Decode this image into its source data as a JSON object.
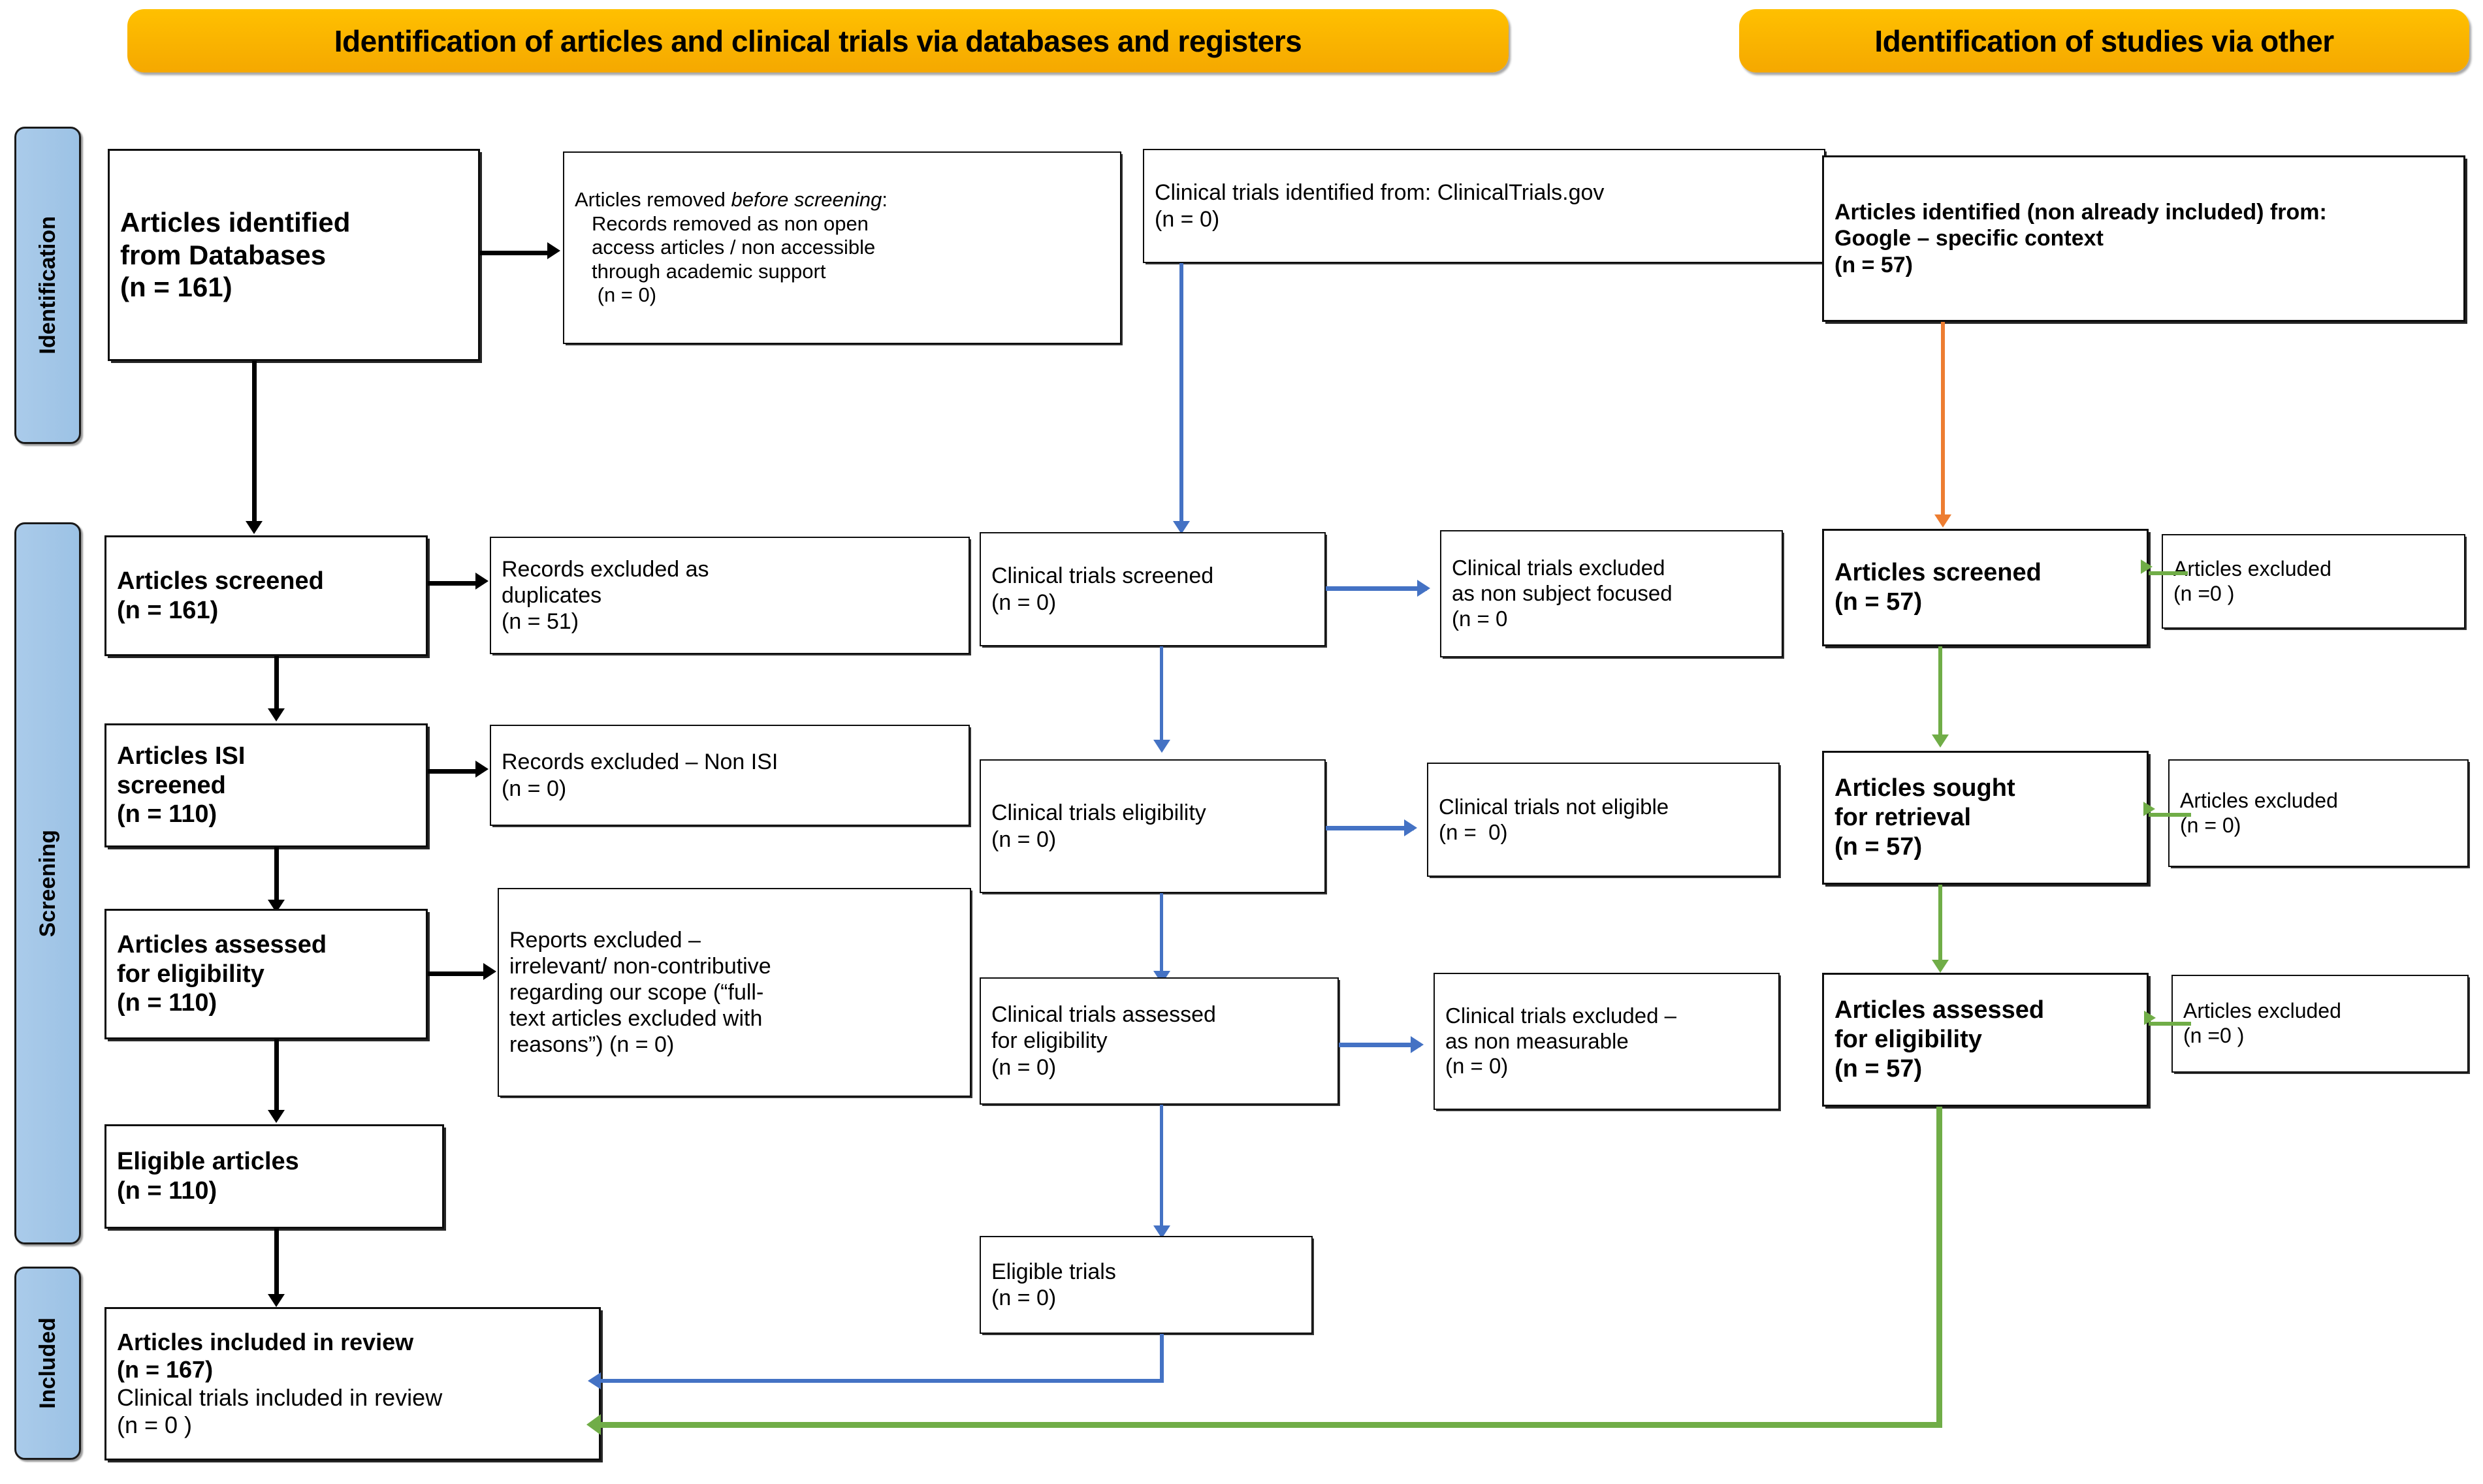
{
  "banners": {
    "left": "Identification of articles and clinical trials via databases and registers",
    "right": "Identification of studies via other"
  },
  "stage_labels": {
    "identification": "Identification",
    "screening": "Screening",
    "included": "Included"
  },
  "colors": {
    "banner": "#FFC000",
    "stage_band": "#9DC3E6",
    "databases_arrows": "#000000",
    "trials_arrows": "#4472C4",
    "other_arrows": "#70AD47",
    "other_identification_arrow": "#ED7D31",
    "box_border": "#0D0D0D"
  },
  "databases_column": {
    "identified": {
      "line1": "Articles identified",
      "line2": "from Databases",
      "line3": "(n = 161)"
    },
    "removed_before_screening": {
      "line1_prefix": "Articles removed ",
      "line1_italic": "before screening",
      "line1_suffix": ":",
      "line2": "Records removed as non open",
      "line3": "access articles / non accessible",
      "line4": "through academic support",
      "line5": " (n = 0)"
    },
    "screened": {
      "line1": "Articles screened",
      "line2": "(n = 161)"
    },
    "excluded_duplicates": {
      "line1": "Records excluded as",
      "line2": "duplicates",
      "line3": "(n = 51)"
    },
    "isi_screened": {
      "line1": "Articles ISI",
      "line2": "screened",
      "line3": "(n = 110)"
    },
    "excluded_non_isi": {
      "line1": "Records excluded – Non ISI",
      "line2": "(n = 0)"
    },
    "assessed": {
      "line1": "Articles assessed",
      "line2": "for eligibility",
      "line3": "(n = 110)"
    },
    "reports_excluded": {
      "line1": "Reports excluded –",
      "line2": "irrelevant/ non-contributive",
      "line3": "regarding our scope (“full-",
      "line4": "text articles excluded with",
      "line5": "reasons”) (n = 0)"
    },
    "eligible": {
      "line1": "Eligible articles",
      "line2": "(n = 110)"
    },
    "included": {
      "line1": "Articles included in review",
      "line2": "(n = 167)",
      "line3": "Clinical trials included in review",
      "line4": "(n = 0 )"
    }
  },
  "trials_column": {
    "identified": {
      "line1": "Clinical trials identified from: ClinicalTrials.gov",
      "line2": "(n = 0)"
    },
    "screened": {
      "line1": "Clinical trials screened",
      "line2": "(n = 0)"
    },
    "excluded_non_subject": {
      "line1": "Clinical trials excluded",
      "line2": "as non subject focused",
      "line3": "(n = 0"
    },
    "eligibility": {
      "line1": "Clinical trials eligibility",
      "line2": "(n = 0)"
    },
    "not_eligible": {
      "line1": "Clinical trials not eligible",
      "line2": "(n =  0)"
    },
    "assessed": {
      "line1": "Clinical trials assessed",
      "line2": "for eligibility",
      "line3": "(n = 0)"
    },
    "excluded_non_measurable": {
      "line1": "Clinical trials excluded –",
      "line2": "as non measurable",
      "line3": "(n = 0)"
    },
    "eligible": {
      "line1": "Eligible trials",
      "line2": "(n = 0)"
    }
  },
  "other_column": {
    "identified": {
      "line1": "Articles identified (non already included) from:",
      "line2": "Google – specific context",
      "line3": "(n = 57)"
    },
    "screened": {
      "line1": "Articles screened",
      "line2": "(n = 57)"
    },
    "excluded_screened": {
      "line1": "Articles excluded",
      "line2": "(n =0 )"
    },
    "sought": {
      "line1": "Articles sought",
      "line2": "for retrieval",
      "line3": "(n = 57)"
    },
    "excluded_sought": {
      "line1": "Articles excluded",
      "line2": "(n = 0)"
    },
    "assessed": {
      "line1": "Articles assessed",
      "line2": "for eligibility",
      "line3": "(n = 57)"
    },
    "excluded_assessed": {
      "line1": "Articles excluded",
      "line2": "(n =0 )"
    }
  }
}
